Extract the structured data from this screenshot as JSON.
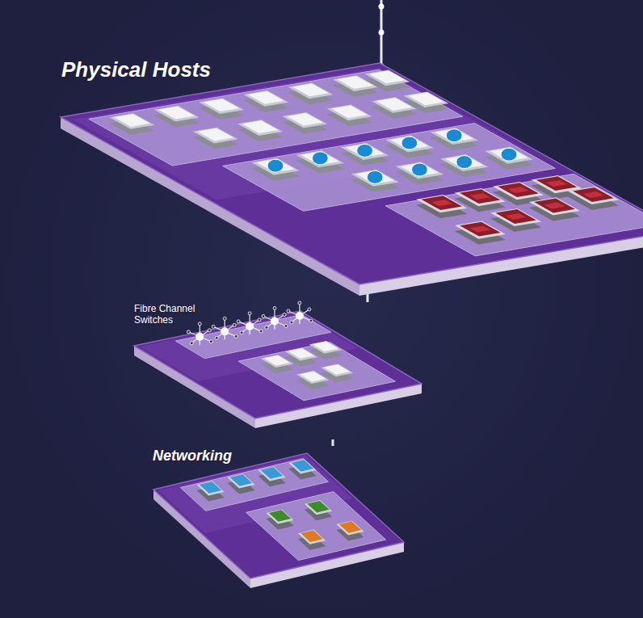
{
  "diagram": {
    "nodes": [
      {
        "text": [
          "Physical Hosts"
        ]
      },
      {
        "text": [
          "Fibre Channel Switches"
        ]
      },
      {
        "text": [
          "Networking"
        ]
      }
    ],
    "edges": [
      {
        "from": 0,
        "to": 1,
        "arrow": "none"
      },
      {
        "from": 1,
        "to": 2,
        "arrow": "none"
      }
    ]
  }
}
